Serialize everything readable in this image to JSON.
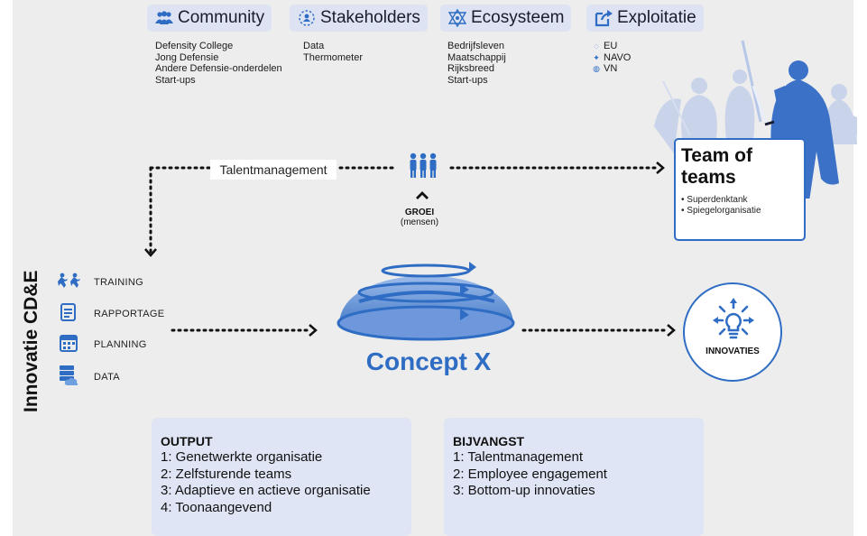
{
  "side_title": "Innovatie CD&E",
  "categories": [
    {
      "label": "Community",
      "icon": "community-icon",
      "items": [
        "Defensity College",
        "Jong Defensie",
        "Andere Defensie-onderdelen",
        "Start-ups"
      ]
    },
    {
      "label": "Stakeholders",
      "icon": "stakeholders-icon",
      "items": [
        "Data",
        "Thermometer"
      ]
    },
    {
      "label": "Ecosysteem",
      "icon": "ecosystem-icon",
      "items": [
        "Bedrijfsleven",
        "Maatschappij",
        "Rijksbreed",
        "Start-ups"
      ]
    },
    {
      "label": "Exploitatie",
      "icon": "export-icon",
      "items": [
        {
          "label": "EU",
          "icon": "eu-stars-icon"
        },
        {
          "label": "NAVO",
          "icon": "nato-compass-icon"
        },
        {
          "label": "VN",
          "icon": "un-emblem-icon"
        }
      ]
    }
  ],
  "flow": {
    "talent_label": "Talentmanagement",
    "groei_title": "GROEI",
    "groei_sub": "(mensen)"
  },
  "team_of_teams": {
    "title_line1": "Team of",
    "title_line2": "teams",
    "bullets": [
      "• Superdenktank",
      "• Spiegelorganisatie"
    ]
  },
  "inputs": [
    {
      "label": "TRAINING",
      "icon": "running-people-icon"
    },
    {
      "label": "RAPPORTAGE",
      "icon": "document-icon"
    },
    {
      "label": "PLANNING",
      "icon": "calendar-icon"
    },
    {
      "label": "DATA",
      "icon": "database-cloud-icon"
    }
  ],
  "concept": {
    "title": "Concept X"
  },
  "innovaties": {
    "label": "INNOVATIES",
    "icon": "lightbulb-icon"
  },
  "output": {
    "title": "OUTPUT",
    "lines": [
      "1: Genetwerkte organisatie",
      "2: Zelfsturende teams",
      "3: Adaptieve en actieve organisatie",
      "4: Toonaangevend"
    ]
  },
  "bijvangst": {
    "title": "BIJVANGST",
    "lines": [
      "1: Talentmanagement",
      "2: Employee engagement",
      "3: Bottom-up innovaties"
    ]
  },
  "colors": {
    "accent": "#2f6dc4",
    "panel": "#dfe5f4",
    "background": "#ededed",
    "tag": "#dde3f3"
  }
}
